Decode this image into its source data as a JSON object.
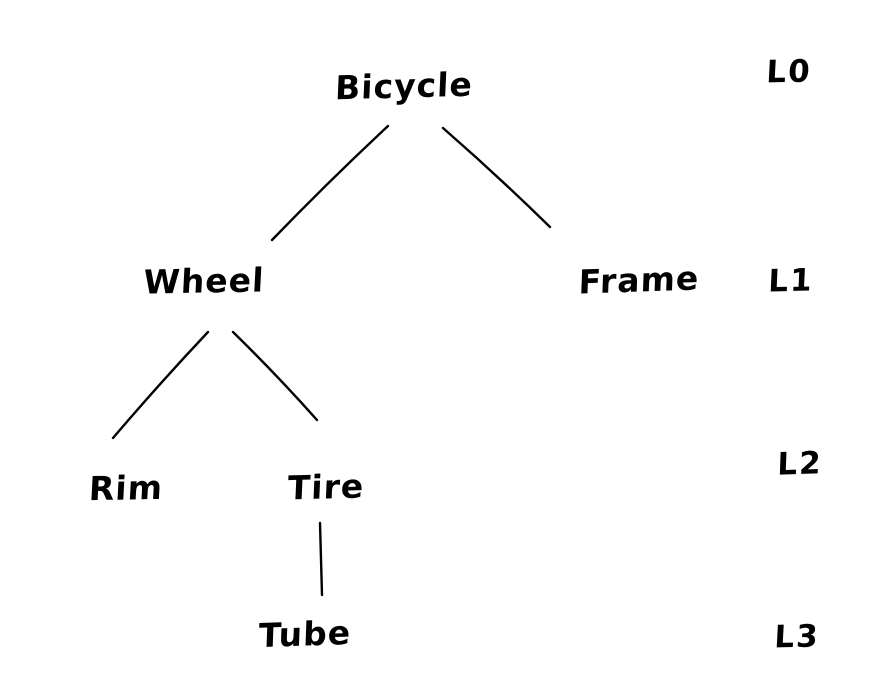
{
  "diagram": {
    "type": "tree",
    "ink_color": "#000000",
    "background_color": "#ffffff",
    "nodes": {
      "bicycle": {
        "label": "Bicycle",
        "level": "L0"
      },
      "wheel": {
        "label": "Wheel",
        "level": "L1"
      },
      "frame": {
        "label": "Frame",
        "level": "L1"
      },
      "rim": {
        "label": "Rim",
        "level": "L2"
      },
      "tire": {
        "label": "Tire",
        "level": "L2"
      },
      "tube": {
        "label": "Tube",
        "level": "L3"
      }
    },
    "edges": [
      {
        "from": "Bicycle",
        "to": "Wheel"
      },
      {
        "from": "Bicycle",
        "to": "Frame"
      },
      {
        "from": "Wheel",
        "to": "Rim"
      },
      {
        "from": "Wheel",
        "to": "Tire"
      },
      {
        "from": "Tire",
        "to": "Tube"
      }
    ],
    "level_labels": {
      "l0": {
        "label": "L0"
      },
      "l1": {
        "label": "L1"
      },
      "l2": {
        "label": "L2"
      },
      "l3": {
        "label": "L3"
      }
    }
  }
}
